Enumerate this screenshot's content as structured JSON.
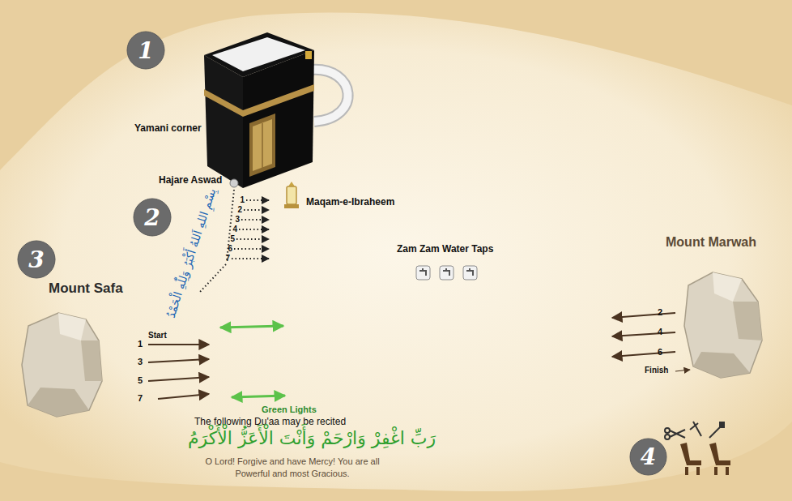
{
  "diagram": {
    "nodes": [
      {
        "text": [
          "1"
        ]
      },
      {
        "text": [
          "2"
        ]
      },
      {
        "text": [
          "3"
        ]
      },
      {
        "text": [
          "4"
        ]
      }
    ],
    "labels": [
      "Yamani corner",
      "Hajare Aswad",
      "Maqam-e-Ibraheem",
      "بِسْمِ اللهِ اَللهُ أَكْبَرُ وَلِلّٰهِ الْحَمْدُ",
      "1",
      "2",
      "3",
      "4",
      "5",
      "6",
      "7",
      "Mount Safa",
      "Zam Zam Water Taps",
      "Mount Marwah",
      "Start",
      "1",
      "3",
      "5",
      "7",
      "2",
      "4",
      "6",
      "Finish",
      "Green Lights",
      "The following Du'aa may be recited",
      "رَبِّ اغْفِرْ وَارْحَمْ وَأَنْتَ الْأَعَزُّ الْأَكْرَمُ",
      "O Lord! Forgive and have Mercy! You are all Powerful and most Gracious."
    ]
  }
}
